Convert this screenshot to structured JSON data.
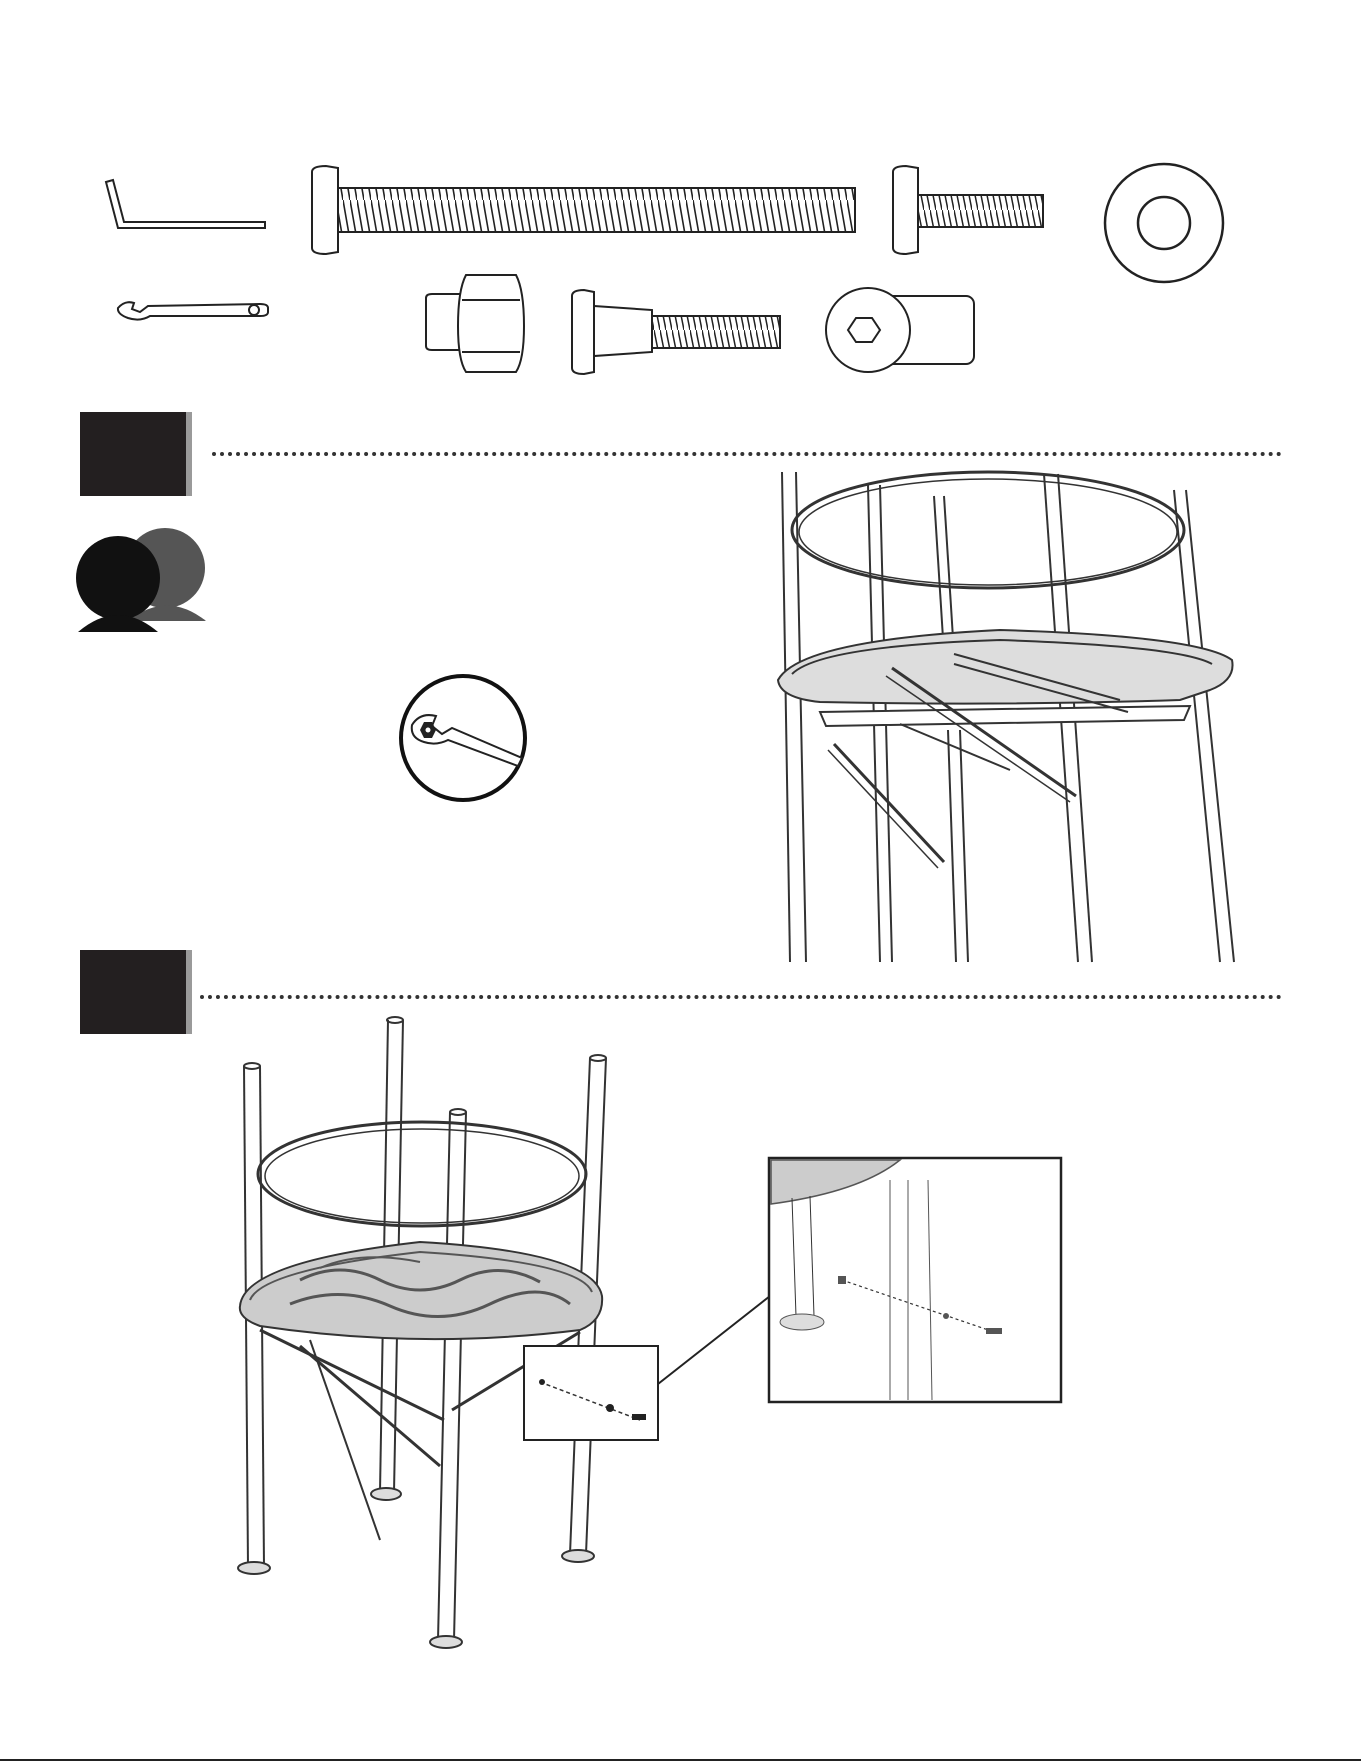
{
  "page": {
    "background": "#ffffff",
    "ink": "#231f20",
    "accent_gray": "#9a9a9a"
  },
  "hardware": [
    {
      "name": "hex-key-icon"
    },
    {
      "name": "long-bolt-icon"
    },
    {
      "name": "short-bolt-icon"
    },
    {
      "name": "washer-icon"
    },
    {
      "name": "wrench-icon"
    },
    {
      "name": "lock-nut-icon"
    },
    {
      "name": "shoulder-bolt-icon"
    },
    {
      "name": "barrel-nut-icon"
    }
  ],
  "steps": [
    {
      "name": "step-1",
      "people_icon": "two-person-icon",
      "tool_callout": "wrench-callout-icon"
    },
    {
      "name": "step-2",
      "detail_callout": "bolt-detail-callout"
    }
  ]
}
